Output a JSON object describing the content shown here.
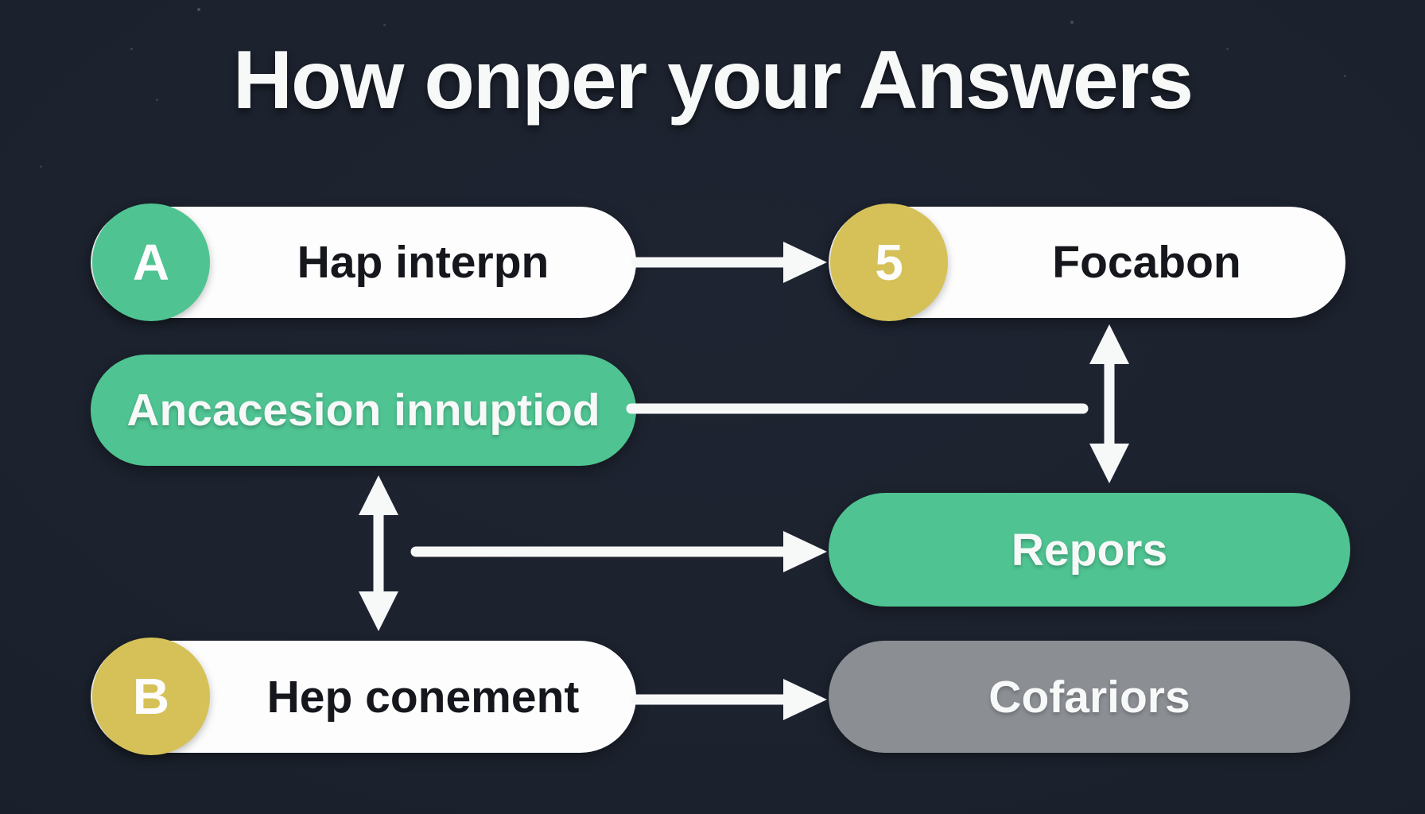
{
  "title": "How onper your Answers",
  "colors": {
    "background": "#1b212c",
    "green": "#4fc492",
    "yellow": "#d5c158",
    "gray": "#8b8f94",
    "pill_white": "#fdfdfd",
    "text_dark": "#15171c",
    "text_light": "#f7f8f8"
  },
  "nodes": {
    "hap_interpn": {
      "label": "Hap interpn",
      "badge": "A",
      "badge_color": "#4fc492",
      "fill": "white"
    },
    "focabon": {
      "label": "Focabon",
      "badge": "5",
      "badge_color": "#d5c158",
      "fill": "white"
    },
    "ancacesion": {
      "label": "Ancacesion innuptiod",
      "fill": "green"
    },
    "repors": {
      "label": "Repors",
      "fill": "green"
    },
    "hep_conement": {
      "label": "Hep conement",
      "badge": "B",
      "badge_color": "#d5c158",
      "fill": "white"
    },
    "cofariors": {
      "label": "Cofariors",
      "fill": "gray"
    }
  },
  "connections": [
    {
      "from": "Hap interpn",
      "to": "Focabon",
      "style": "arrow-right"
    },
    {
      "from": "Focabon",
      "to": "Repors",
      "style": "double-headed-vertical"
    },
    {
      "from": "Ancacesion innuptiod",
      "to": "right-column",
      "style": "plain-line"
    },
    {
      "from": "Ancacesion innuptiod",
      "to": "Hep conement",
      "style": "double-headed-vertical"
    },
    {
      "from": "middle-left",
      "to": "Repors",
      "style": "arrow-right"
    },
    {
      "from": "Hep conement",
      "to": "Cofariors",
      "style": "arrow-right"
    }
  ]
}
